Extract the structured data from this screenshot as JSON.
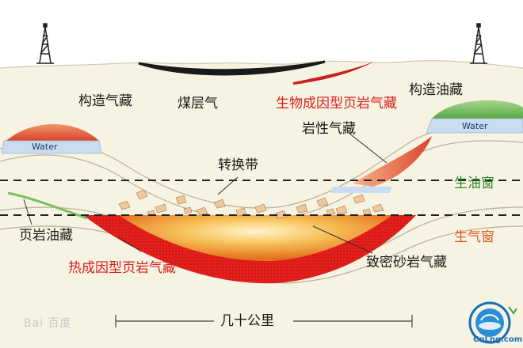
{
  "labels": {
    "structural_gas": "构造气藏",
    "coalbed_gas": "煤层气",
    "biogenic_shale_gas": "生物成因型页岩气藏",
    "structural_oil": "构造油藏",
    "lithologic_gas": "岩性气藏",
    "transition_zone": "转换带",
    "oil_window": "生油窗",
    "gas_window": "生气窗",
    "shale_oil": "页岩油藏",
    "thermogenic_shale_gas": "热成因型页岩气藏",
    "tight_sandstone_gas": "致密砂岩气藏",
    "water_left": "Water",
    "water_right": "Water",
    "scale": "几十公里"
  },
  "watermark": "Bai 百度",
  "logo_text": "CnLng.com",
  "colors": {
    "background": "#f7f3e2",
    "sky": "#ffffff",
    "red_label": "#d81e1e",
    "green_label": "#2e8b2e",
    "orange_label": "#e05a1e",
    "gas_red": "#d9442c",
    "oil_green": "#5aa846",
    "water_blue": "#c9dcf0",
    "hot_core": "#f2a23c"
  }
}
